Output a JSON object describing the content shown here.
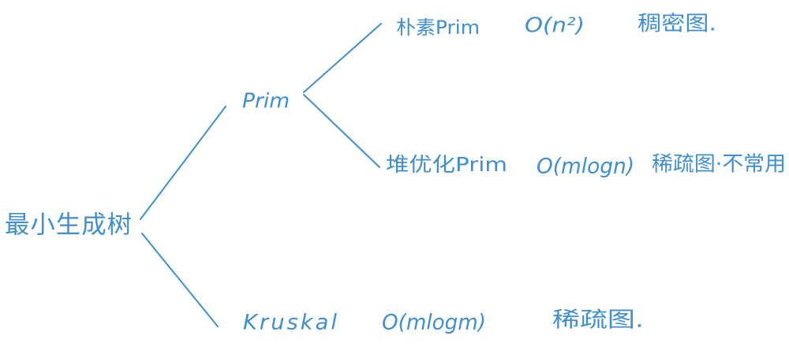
{
  "diagram": {
    "root": {
      "label": "最小生成树"
    },
    "prim": {
      "label": "Prim",
      "naive": {
        "name": "朴素Prim",
        "complexity": "O(n²)",
        "note": "稠密图."
      },
      "heap": {
        "name": "堆优化Prim",
        "complexity": "O(mlogn)",
        "note": "稀疏图·不常用"
      }
    },
    "kruskal": {
      "name": "Kruskal",
      "complexity": "O(mlogm)",
      "note": "稀疏图."
    },
    "ink_color": "#3f8fd0"
  }
}
